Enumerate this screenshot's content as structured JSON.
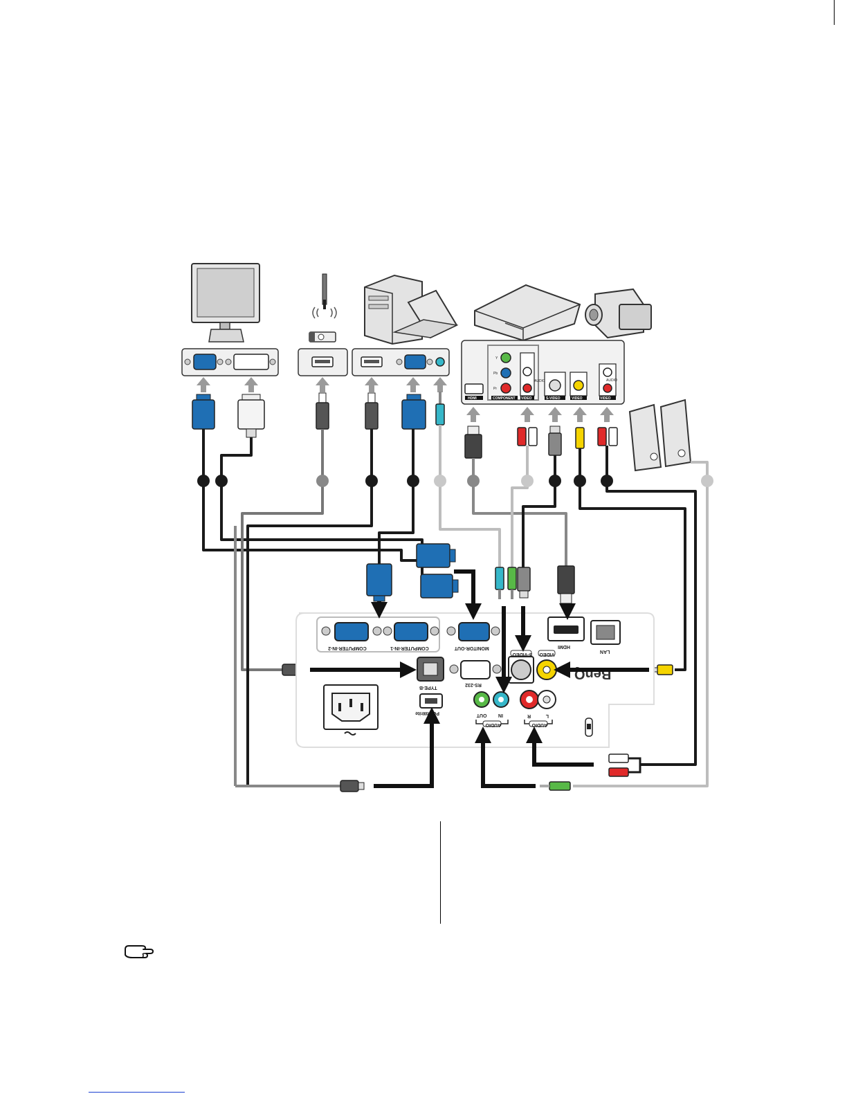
{
  "labels": {
    "computer_in_2": "COMPUTER-IN-2",
    "computer_in_1": "COMPUTER-IN-1",
    "monitor_out": "MONITOR-OUT",
    "hdmi_projector": "HDMI",
    "lan": "LAN",
    "type_b": "TYPE-B",
    "rs232": "RS-232",
    "pointwrite": "PointWrite",
    "s_video": "S-VIDEO",
    "video": "VIDEO",
    "audio_out": "OUT",
    "audio_in": "IN",
    "audio_left": "AUDIO",
    "audio_right": "AUDIO",
    "r": "R",
    "l": "L",
    "brand": "BenQ",
    "av_hdmi": "HDMI",
    "av_component": "COMPONENT",
    "av_video_l": "VIDEO",
    "av_svideo": "S-VIDEO",
    "av_video": "VIDEO",
    "av_video_r": "VIDEO",
    "av_audio1": "AUDIO",
    "av_audio2": "AUDIO",
    "y": "Y",
    "pb": "Pb",
    "pr": "Pr"
  },
  "icons": {
    "note": "pointing-hand-icon"
  },
  "colors": {
    "vga_blue": "#1f6fb4",
    "cable_black": "#1a1a1a",
    "cable_gray": "#8a8a8a",
    "cable_light": "#bdbdbd",
    "yellow": "#f5d400",
    "red": "#e02a2a",
    "green": "#58b947",
    "cyan": "#36b7c9"
  }
}
